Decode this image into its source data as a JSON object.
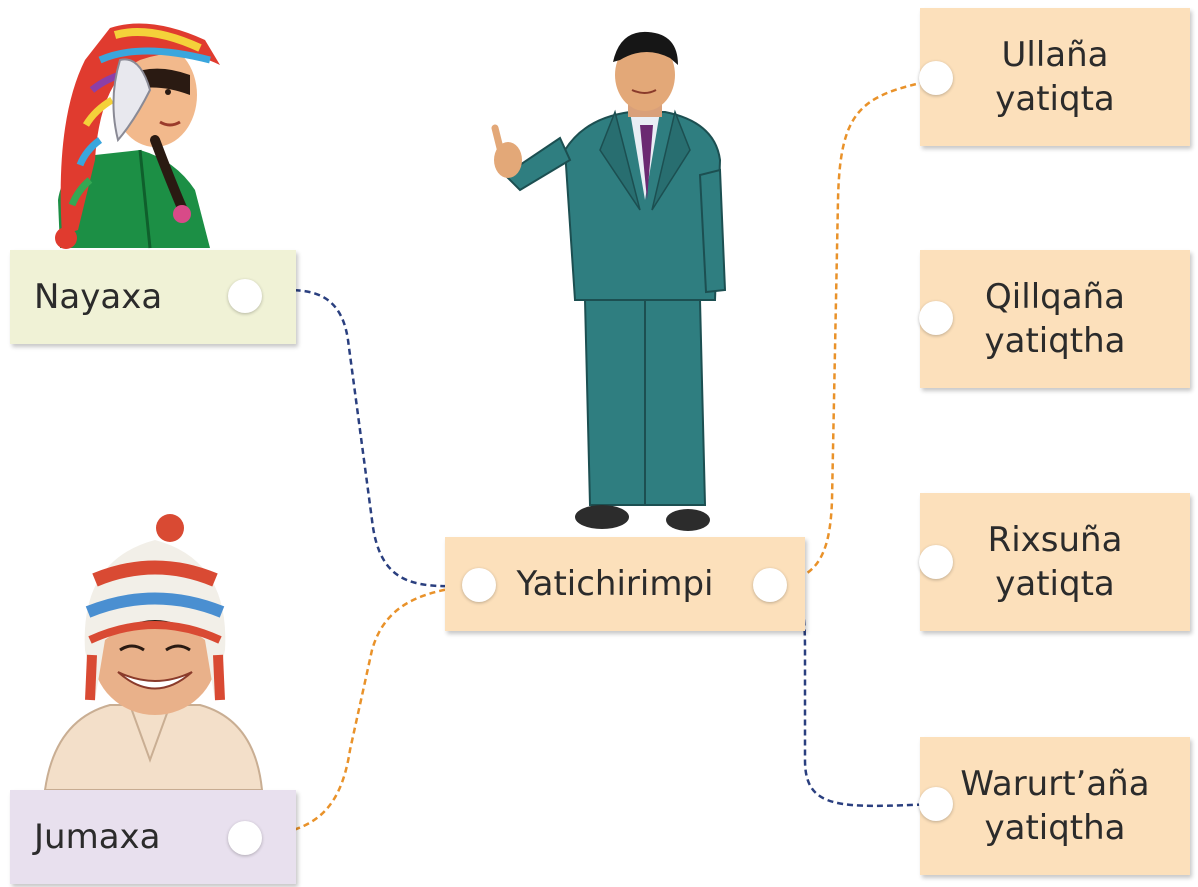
{
  "colors": {
    "left_top_box": "#f0f2d6",
    "left_bottom_box": "#e8e0ee",
    "orange_box": "#fce0bb",
    "line_blue": "#2a3f7f",
    "line_orange": "#e9922a"
  },
  "people": {
    "girl": {
      "label": "Nayaxa",
      "icon": "girl-with-chullo-icon"
    },
    "boy": {
      "label": "Jumaxa",
      "icon": "boy-with-chullo-icon"
    },
    "teacher": {
      "label": "Yatichirimpi",
      "icon": "teacher-in-suit-icon"
    }
  },
  "options": [
    {
      "line1": "Ullaña",
      "line2": "yatiqta"
    },
    {
      "line1": "Qillqaña",
      "line2": "yatiqtha"
    },
    {
      "line1": "Rixsuña",
      "line2": "yatiqta"
    },
    {
      "line1": "Warurt’aña",
      "line2": "yatiqtha"
    }
  ]
}
